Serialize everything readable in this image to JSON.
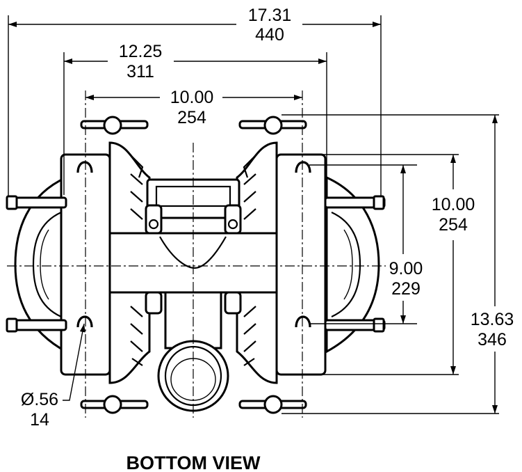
{
  "view_title": "BOTTOM VIEW",
  "dimensions": {
    "overall_width": {
      "in": "17.31",
      "mm": "440"
    },
    "bolt_width": {
      "in": "12.25",
      "mm": "311"
    },
    "mount_width": {
      "in": "10.00",
      "mm": "254"
    },
    "mount_height": {
      "in": "10.00",
      "mm": "254"
    },
    "hole_spacing": {
      "in": "9.00",
      "mm": "229"
    },
    "overall_height": {
      "in": "13.63",
      "mm": "346"
    },
    "hole_diameter": {
      "in": "Ø.56",
      "mm": "14"
    }
  }
}
